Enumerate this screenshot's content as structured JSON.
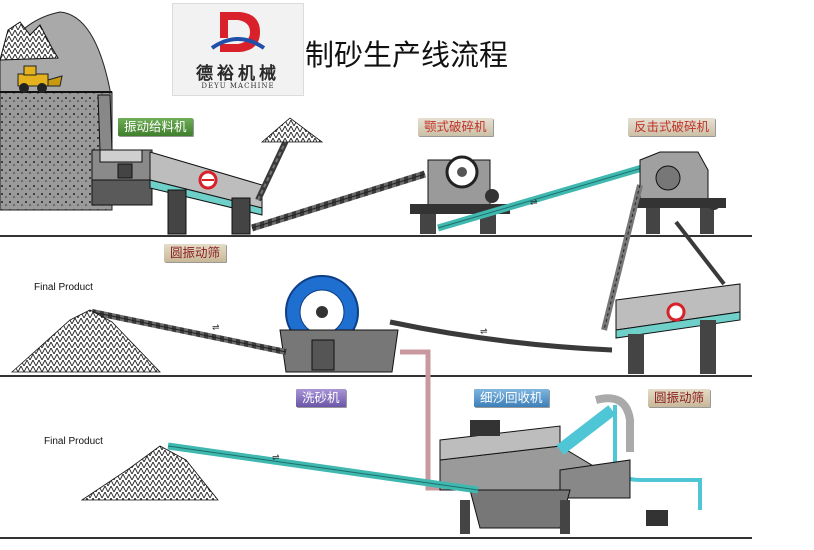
{
  "title": "制砂生产线流程",
  "logo": {
    "brand_cn": "德裕机械",
    "brand_en": "DEYU MACHINE",
    "mark_letter": "D"
  },
  "labels": {
    "vibrating_feeder": "振动给料机",
    "jaw_crusher": "颚式破碎机",
    "impact_crusher": "反击式破碎机",
    "vibrating_screen_1": "圆振动筛",
    "sand_washer": "洗砂机",
    "fine_sand_recycler": "细沙回收机",
    "vibrating_screen_2": "圆振动筛"
  },
  "final_product_1": "Final Product",
  "final_product_2": "Final Product",
  "colors": {
    "conveyor_dark": "#3a3a3a",
    "conveyor_cyan": "#3fb8b0",
    "machine_gray": "#6e6e6e",
    "wheel_blue": "#1f6fd1",
    "pipe_pink": "#c89aa0",
    "pipe_cyan": "#4ec6d6",
    "flywheel_red": "#d8212a"
  }
}
